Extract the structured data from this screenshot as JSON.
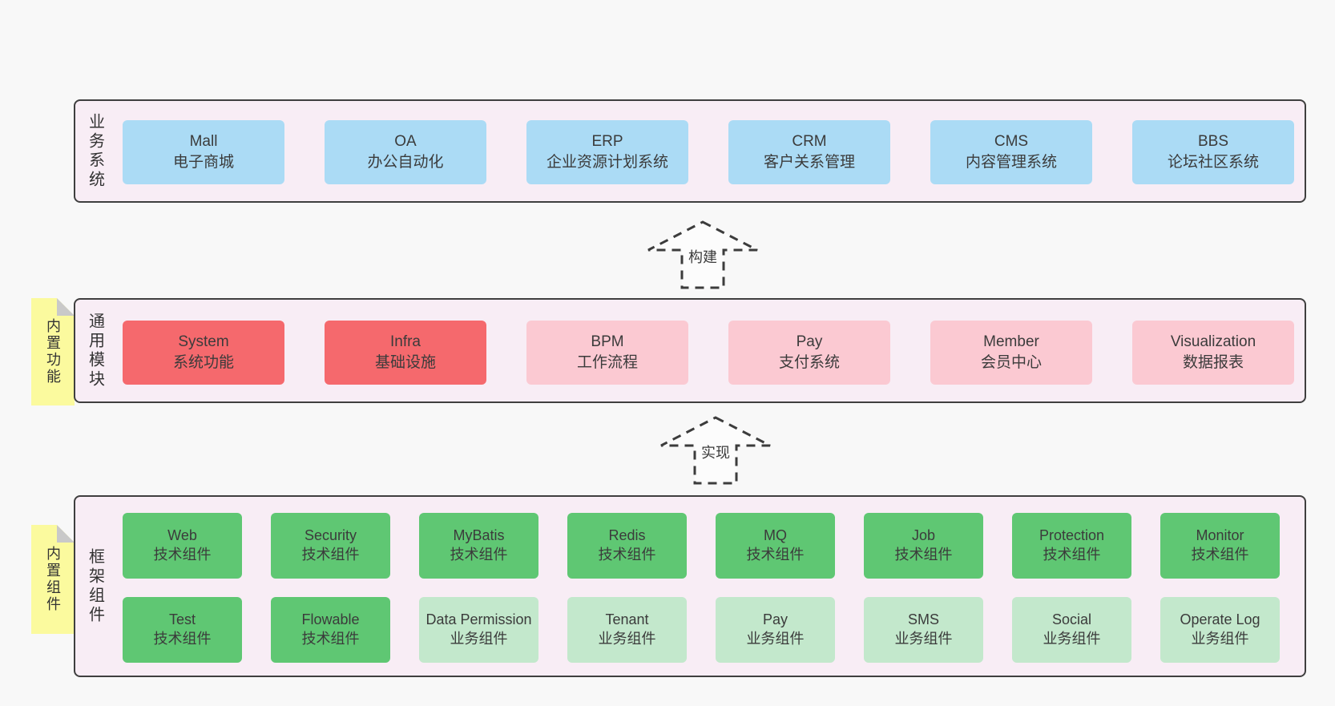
{
  "colors": {
    "page_bg": "#f8f8f8",
    "container_bg": "#f8edf5",
    "container_border": "#3f3f3f",
    "blue_box": "#abdbf5",
    "red_box": "#f5696d",
    "pink_box": "#fbc9d2",
    "green_box": "#5fc773",
    "light_green_box": "#c3e8cc",
    "sticky_yellow": "#fbfa9e",
    "sticky_fold_gray": "#c9c9c9",
    "text": "#3b3b3b"
  },
  "arrows": [
    {
      "label": "构建"
    },
    {
      "label": "实现"
    }
  ],
  "sections": [
    {
      "label": "业务系统",
      "rows": [
        [
          {
            "title": "Mall",
            "subtitle": "电子商城",
            "variant": "blue"
          },
          {
            "title": "OA",
            "subtitle": "办公自动化",
            "variant": "blue"
          },
          {
            "title": "ERP",
            "subtitle": "企业资源计划系统",
            "variant": "blue"
          },
          {
            "title": "CRM",
            "subtitle": "客户关系管理",
            "variant": "blue"
          },
          {
            "title": "CMS",
            "subtitle": "内容管理系统",
            "variant": "blue"
          },
          {
            "title": "BBS",
            "subtitle": "论坛社区系统",
            "variant": "blue"
          }
        ]
      ]
    },
    {
      "label": "通用模块",
      "sticky": "内置功能",
      "rows": [
        [
          {
            "title": "System",
            "subtitle": "系统功能",
            "variant": "red"
          },
          {
            "title": "Infra",
            "subtitle": "基础设施",
            "variant": "red"
          },
          {
            "title": "BPM",
            "subtitle": "工作流程",
            "variant": "pink"
          },
          {
            "title": "Pay",
            "subtitle": "支付系统",
            "variant": "pink"
          },
          {
            "title": "Member",
            "subtitle": "会员中心",
            "variant": "pink"
          },
          {
            "title": "Visualization",
            "subtitle": "数据报表",
            "variant": "pink"
          }
        ]
      ]
    },
    {
      "label": "框架组件",
      "sticky": "内置组件",
      "rows": [
        [
          {
            "title": "Web",
            "subtitle": "技术组件",
            "variant": "green"
          },
          {
            "title": "Security",
            "subtitle": "技术组件",
            "variant": "green"
          },
          {
            "title": "MyBatis",
            "subtitle": "技术组件",
            "variant": "green"
          },
          {
            "title": "Redis",
            "subtitle": "技术组件",
            "variant": "green"
          },
          {
            "title": "MQ",
            "subtitle": "技术组件",
            "variant": "green"
          },
          {
            "title": "Job",
            "subtitle": "技术组件",
            "variant": "green"
          },
          {
            "title": "Protection",
            "subtitle": "技术组件",
            "variant": "green"
          },
          {
            "title": "Monitor",
            "subtitle": "技术组件",
            "variant": "green"
          }
        ],
        [
          {
            "title": "Test",
            "subtitle": "技术组件",
            "variant": "green"
          },
          {
            "title": "Flowable",
            "subtitle": "技术组件",
            "variant": "green"
          },
          {
            "title": "Data Permission",
            "subtitle": "业务组件",
            "variant": "lightgreen"
          },
          {
            "title": "Tenant",
            "subtitle": "业务组件",
            "variant": "lightgreen"
          },
          {
            "title": "Pay",
            "subtitle": "业务组件",
            "variant": "lightgreen"
          },
          {
            "title": "SMS",
            "subtitle": "业务组件",
            "variant": "lightgreen"
          },
          {
            "title": "Social",
            "subtitle": "业务组件",
            "variant": "lightgreen"
          },
          {
            "title": "Operate Log",
            "subtitle": "业务组件",
            "variant": "lightgreen"
          }
        ]
      ]
    }
  ]
}
